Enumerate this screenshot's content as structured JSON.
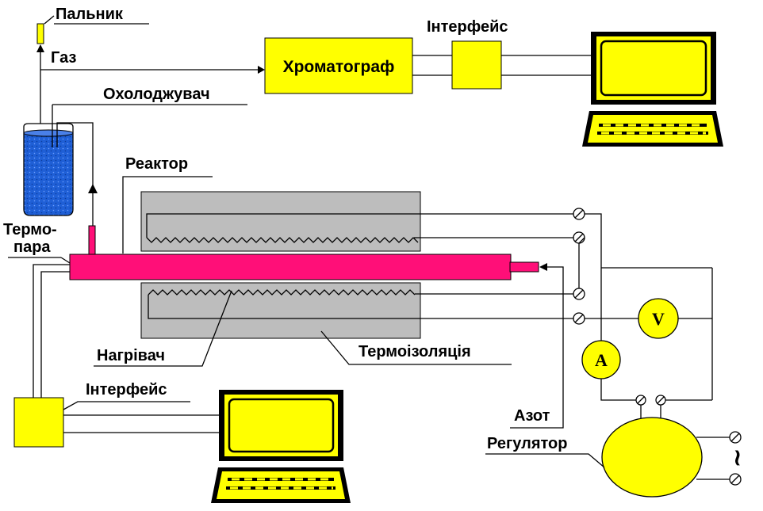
{
  "labels": {
    "burner": "Пальник",
    "gas": "Газ",
    "chromatograph": "Хроматограф",
    "interface_top": "Інтерфейс",
    "cooler": "Охолоджувач",
    "reactor": "Реактор",
    "thermocouple_line1": "Термо-",
    "thermocouple_line2": "пара",
    "heater": "Нагрівач",
    "insulation": "Термоізоляція",
    "interface_bottom": "Інтерфейс",
    "nitrogen": "Азот",
    "regulator": "Регулятор",
    "voltmeter": "V",
    "ammeter": "A",
    "mains_symbol": "~"
  },
  "colors": {
    "device_fill": "#ffff00",
    "reactor_tube": "#ff0f78",
    "insulation": "#bdbdbd",
    "cooler_liquid": "#1f5fd6",
    "monitor_body": "#000000",
    "line": "#000000"
  },
  "icons": [
    "monitor-icon",
    "keyboard-icon",
    "arrow-up-icon",
    "arrow-right-icon",
    "arrow-left-icon",
    "terminal-icon"
  ]
}
